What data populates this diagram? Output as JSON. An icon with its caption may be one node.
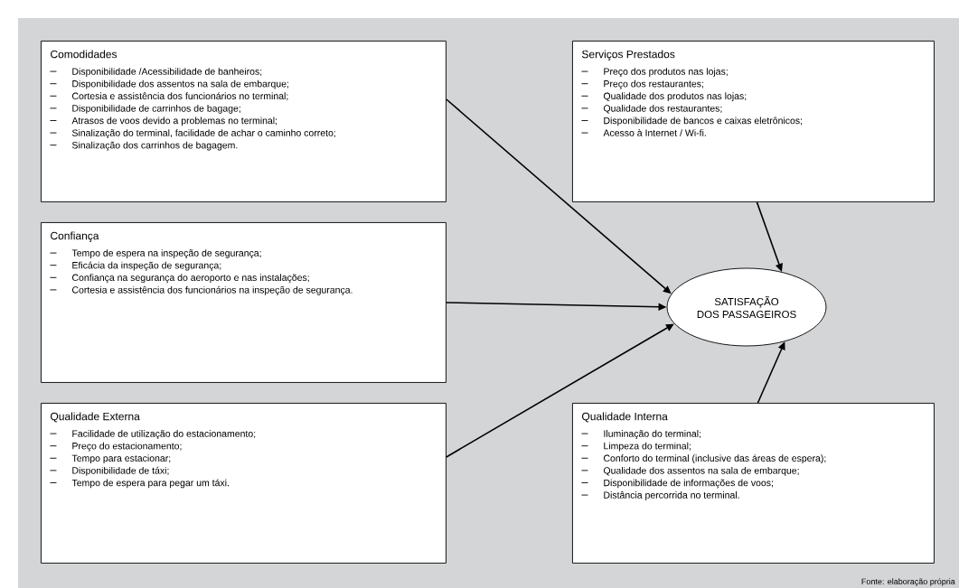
{
  "diagram": {
    "caption": "Fonte: elaboração própria",
    "nodes": [
      {
        "text": [
          "Comodidades",
          "Disponibilidade /Acessibilidade de banheiros;",
          "Disponibilidade dos assentos na sala de embarque;",
          "Cortesia e assistência dos funcionários no terminal;",
          "Disponibilidade de carrinhos de bagage;",
          "Atrasos de voos devido a problemas no terminal;",
          "Sinalização do terminal, facilidade de achar o caminho correto;",
          "Sinalização dos carrinhos de bagagem."
        ]
      },
      {
        "text": [
          "Serviços Prestados",
          "Preço dos produtos nas lojas;",
          "Preço dos restaurantes;",
          "Qualidade dos produtos nas lojas;",
          "Qualidade dos restaurantes;",
          "Disponibilidade de bancos e caixas eletrônicos;",
          "Acesso à Internet / Wi-fi."
        ]
      },
      {
        "text": [
          "Confiança",
          "Tempo de espera na inspeção de segurança;",
          "Eficácia da inspeção de segurança;",
          "Confiança na segurança do aeroporto e nas instalações;",
          "Cortesia e assistência dos funcionários na inspeção de segurança."
        ]
      },
      {
        "text": [
          "SATISFAÇÃO DOS PASSAGEIROS"
        ]
      },
      {
        "text": [
          "Qualidade Externa",
          "Facilidade de utilização do estacionamento;",
          "Preço do estacionamento;",
          "Tempo para estacionar;",
          "Disponibilidade de táxi;",
          "Tempo de espera para pegar um táxi."
        ]
      },
      {
        "text": [
          "Qualidade Interna",
          "Iluminação do terminal;",
          "Limpeza do terminal;",
          "Conforto do terminal (inclusive das áreas de espera);",
          "Qualidade dos assentos na sala de embarque;",
          "Disponibilidade de informações de voos;",
          "Distância percorrida no terminal."
        ]
      }
    ],
    "edges": [
      {
        "from": 0,
        "to": 3,
        "arrow": "to"
      },
      {
        "from": 1,
        "to": 3,
        "arrow": "to"
      },
      {
        "from": 2,
        "to": 3,
        "arrow": "to"
      },
      {
        "from": 4,
        "to": 3,
        "arrow": "to"
      },
      {
        "from": 5,
        "to": 3,
        "arrow": "to"
      }
    ]
  }
}
